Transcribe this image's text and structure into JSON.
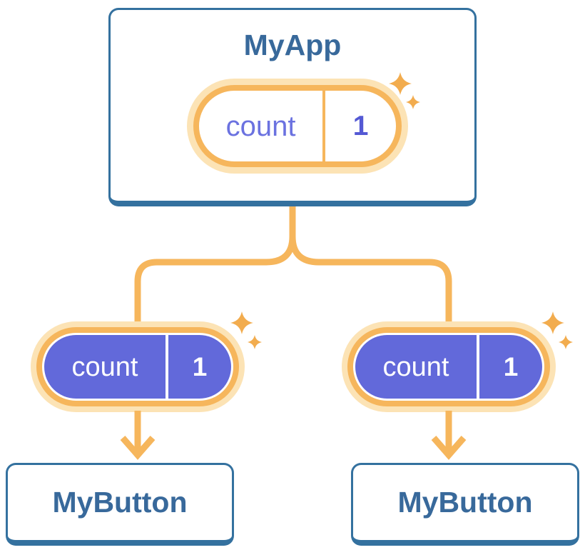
{
  "root_card": {
    "title": "MyApp",
    "state": {
      "label": "count",
      "value": "1"
    }
  },
  "branches": [
    {
      "pill": {
        "label": "count",
        "value": "1"
      },
      "card_title": "MyButton"
    },
    {
      "pill": {
        "label": "count",
        "value": "1"
      },
      "card_title": "MyButton"
    }
  ],
  "icons": {
    "sparkle": "✦",
    "arrow_down": "↓"
  },
  "colors": {
    "background": "#FFFFFF",
    "card_bg": "#FFFFFF",
    "card_border": "#34719F",
    "heading_text": "#38699B",
    "connector_orange": "#F6B65C",
    "pill_halo": "#FCE3B5",
    "sparkle_orange": "#F2AC4E",
    "pill_purple": "#6269DA",
    "state_label_text": "#6B72E0",
    "state_value_text": "#5459D4",
    "pill_text_on_purple": "#FFFFFF"
  }
}
